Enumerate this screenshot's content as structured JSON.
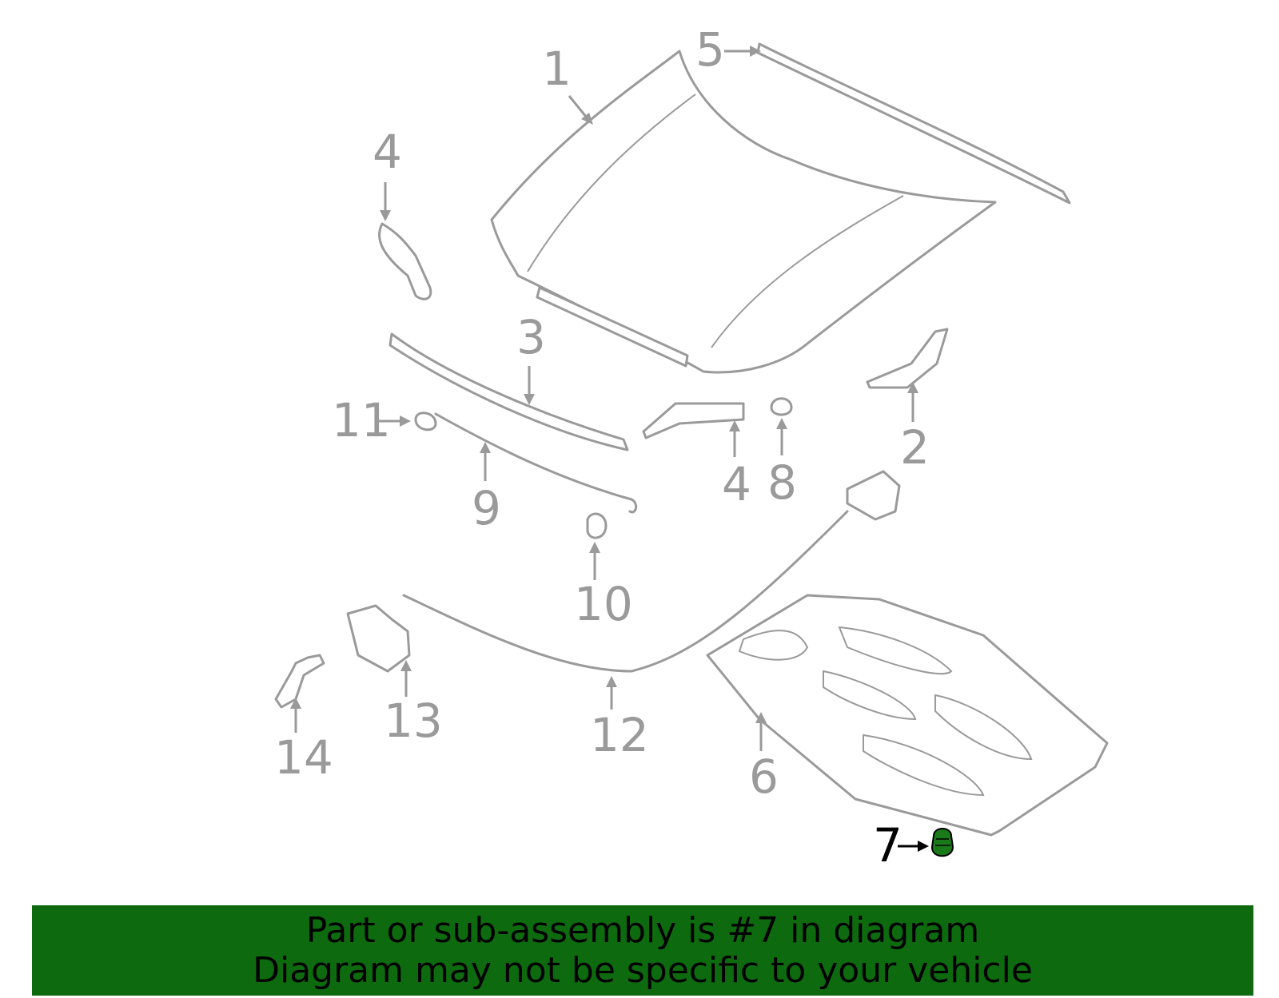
{
  "diagram": {
    "callouts": [
      {
        "id": "c1",
        "label": "1"
      },
      {
        "id": "c2",
        "label": "2"
      },
      {
        "id": "c3",
        "label": "3"
      },
      {
        "id": "c4a",
        "label": "4"
      },
      {
        "id": "c4b",
        "label": "4"
      },
      {
        "id": "c5",
        "label": "5"
      },
      {
        "id": "c6",
        "label": "6"
      },
      {
        "id": "c7",
        "label": "7",
        "highlighted": true
      },
      {
        "id": "c8",
        "label": "8"
      },
      {
        "id": "c9",
        "label": "9"
      },
      {
        "id": "c10",
        "label": "10"
      },
      {
        "id": "c11",
        "label": "11"
      },
      {
        "id": "c12",
        "label": "12"
      },
      {
        "id": "c13",
        "label": "13"
      },
      {
        "id": "c14",
        "label": "14"
      }
    ],
    "colors": {
      "line_art": "#9a9a9a",
      "highlight_part": "#1a7a1a",
      "highlight_text": "#000000",
      "banner_background": "#0e6a0e"
    }
  },
  "banner": {
    "line1": "Part or sub-assembly is #7 in diagram",
    "line2": "Diagram may not be specific to your vehicle"
  }
}
